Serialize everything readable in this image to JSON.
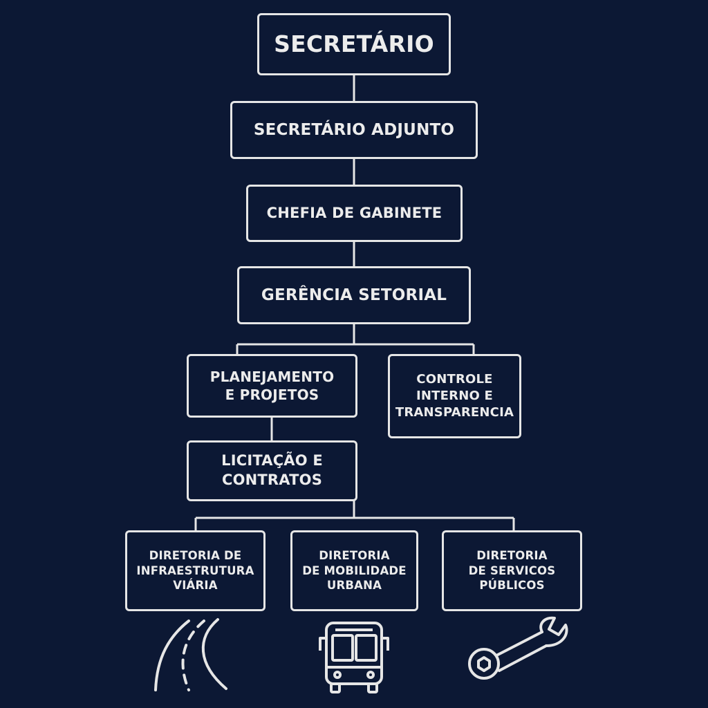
{
  "colors": {
    "background": "#0c1834",
    "stroke": "#e6e6e6",
    "text": "#ececec"
  },
  "org_chart": {
    "secretario": "SECRETÁRIO",
    "secretario_adjunto": "SECRETÁRIO ADJUNTO",
    "chefia_gabinete": "CHEFIA DE GABINETE",
    "gerencia_setorial": "GERÊNCIA SETORIAL",
    "planejamento": "PLANEJAMENTO\nE PROJETOS",
    "controle_interno": "CONTROLE\nINTERNO E\nTRANSPARENCIA",
    "licitacao": "LICITAÇÃO E\nCONTRATOS",
    "diretoria_infra": "DIRETORIA DE\nINFRAESTRUTURA\nVIÁRIA",
    "diretoria_mobilidade": "DIRETORIA\nDE MOBILIDADE\nURBANA",
    "diretoria_servicos": "DIRETORIA\nDE SERVICOS\nPÚBLICOS"
  },
  "icons": [
    "road-icon",
    "bus-icon",
    "wrench-icon"
  ]
}
